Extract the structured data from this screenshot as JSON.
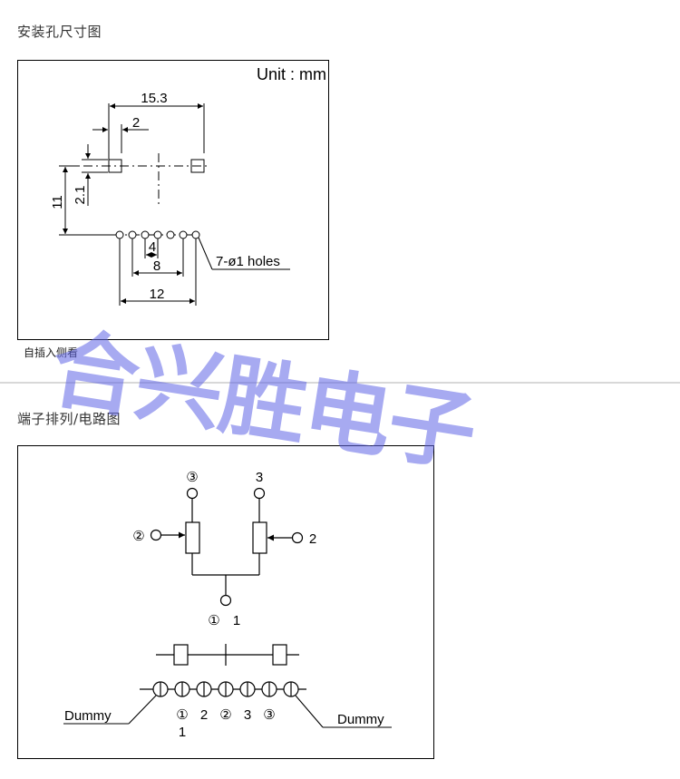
{
  "section1": {
    "title": "安装孔尺寸图",
    "caption": "自插入侧看"
  },
  "section2": {
    "title": "端子排列/电路图"
  },
  "dimension_drawing": {
    "unit_label": "Unit : mm",
    "dims": {
      "overall_width": "15.3",
      "small_width": "2",
      "offset": "2.1",
      "height": "11",
      "pitch": "4",
      "mid_span": "8",
      "total_span": "12",
      "holes": "7-ø1 holes"
    }
  },
  "circuit_diagram": {
    "terminals": {
      "left_top": "③",
      "right_top": "3",
      "left_wiper": "②",
      "right_wiper": "2",
      "common_left": "①",
      "common_right": "1"
    },
    "pin_row": {
      "labels": [
        "①",
        "2",
        "②",
        "3",
        "③"
      ],
      "sub_label": "1",
      "dummy_left": "Dummy",
      "dummy_right": "Dummy"
    }
  },
  "watermark": {
    "text": "合兴胜电子",
    "color": "#5f64e6"
  }
}
